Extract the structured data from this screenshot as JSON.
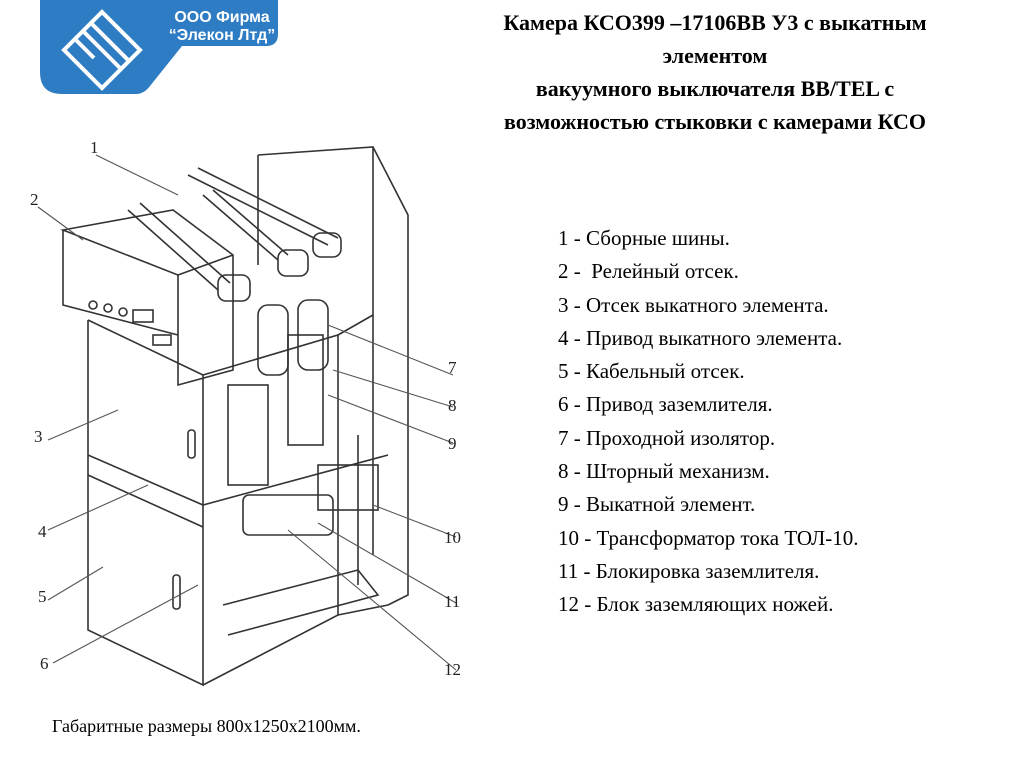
{
  "logo": {
    "line1": "ООО Фирма",
    "line2": "“Элекон Лтд”",
    "color": "#2e7cc4"
  },
  "title_lines": [
    "Камера КСО399 –17106ВВ У3 с выкатным",
    "элементом",
    "вакуумного выключателя ВВ/TEL с",
    "возможностью стыковки с камерами КСО"
  ],
  "legend": [
    "1 - Сборные шины.",
    "2 -  Релейный отсек.",
    "3 - Отсек выкатного элемента.",
    "4 - Привод выкатного элемента.",
    "5 - Кабельный отсек.",
    "6 - Привод заземлителя.",
    "7 - Проходной изолятор.",
    "8 - Шторный механизм.",
    "9 - Выкатной элемент.",
    "10 - Трансформатор тока ТОЛ-10.",
    "11 - Блокировка заземлителя.",
    "12 - Блок заземляющих ножей."
  ],
  "callouts": [
    "1",
    "2",
    "3",
    "4",
    "5",
    "6",
    "7",
    "8",
    "9",
    "10",
    "11",
    "12"
  ],
  "caption": "Габаритные размеры 800х1250х2100мм."
}
